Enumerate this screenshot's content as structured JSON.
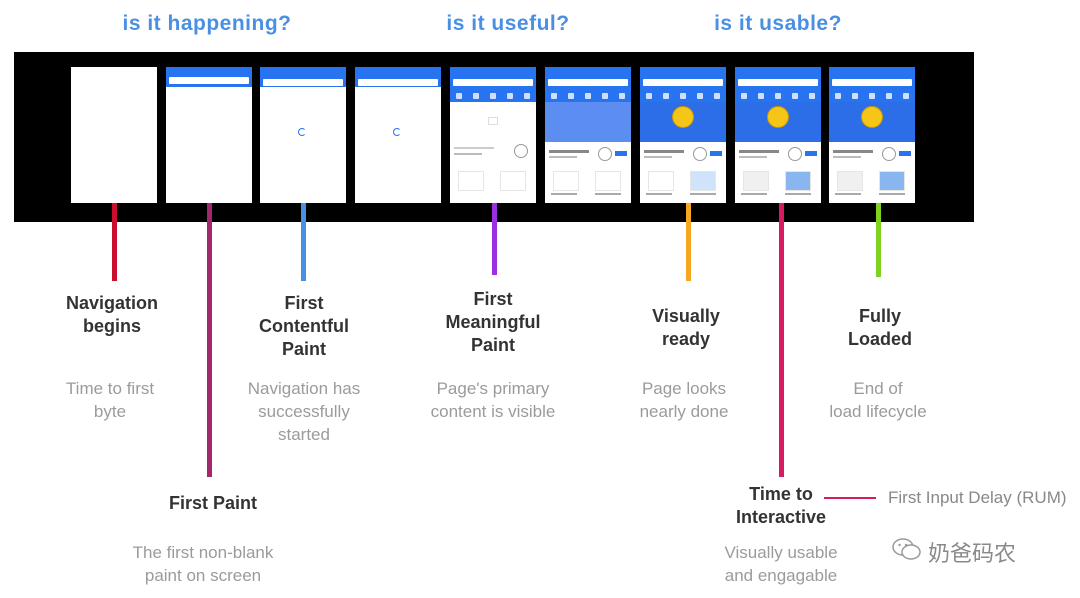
{
  "questions": [
    "is it happening?",
    "is it useful?",
    "is it usable?"
  ],
  "frames": [
    {
      "state": "blank"
    },
    {
      "state": "header-only"
    },
    {
      "state": "header-spinner"
    },
    {
      "state": "header-spinner"
    },
    {
      "state": "categories-placeholder"
    },
    {
      "state": "banner-placeholder"
    },
    {
      "state": "banner-images"
    },
    {
      "state": "banner-images"
    },
    {
      "state": "banner-images"
    }
  ],
  "milestones": [
    {
      "title_lines": [
        "Navigation",
        "begins"
      ],
      "desc_lines": [
        "Time to first",
        "byte"
      ],
      "color": "#c8102e"
    },
    {
      "title_lines": [
        "First Paint"
      ],
      "desc_lines": [
        "The first non-blank",
        "paint on screen"
      ],
      "color": "#a3286b"
    },
    {
      "title_lines": [
        "First",
        "Contentful",
        "Paint"
      ],
      "desc_lines": [
        "Navigation has",
        "successfully",
        "started"
      ],
      "color": "#4a90e2"
    },
    {
      "title_lines": [
        "First",
        "Meaningful",
        "Paint"
      ],
      "desc_lines": [
        "Page's primary",
        "content is visible"
      ],
      "color": "#9b30e0"
    },
    {
      "title_lines": [
        "Visually",
        "ready"
      ],
      "desc_lines": [
        "Page looks",
        "nearly done"
      ],
      "color": "#f5a623"
    },
    {
      "title_lines": [
        "Time to",
        "Interactive"
      ],
      "desc_lines": [
        "Visually usable",
        "and engagable"
      ],
      "color": "#d81b60"
    },
    {
      "title_lines": [
        "Fully",
        "Loaded"
      ],
      "desc_lines": [
        "End of",
        "load lifecycle"
      ],
      "color": "#7ed321"
    }
  ],
  "annotation": {
    "label": "First Input Delay (RUM)"
  },
  "watermark": {
    "text": "奶爸码农"
  },
  "colors": {
    "question": "#4a90e2",
    "strip": "#000000",
    "app_blue": "#2874f0"
  }
}
